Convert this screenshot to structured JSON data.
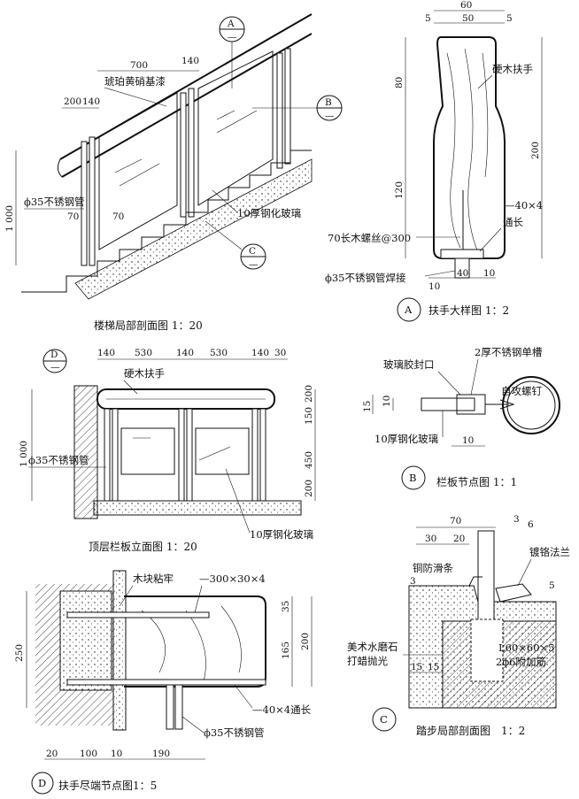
{
  "detail_a": {
    "caption": "扶手大样图 1：2",
    "marker": "A",
    "dims": {
      "top_total": "60",
      "top_mid": "50",
      "top_left": "5",
      "top_right": "5",
      "left_upper": "80",
      "left_lower": "120",
      "right_total": "200",
      "bottom_mid": "40",
      "bottom_left": "10",
      "bottom_right": "10"
    },
    "labels": {
      "hardwood": "硬木扶手",
      "flat_bar": "—40×4",
      "full_length": "通长",
      "screw": "70长木螺丝@300",
      "pipe_weld": "ϕ35不锈钢管焊接"
    }
  },
  "stair_section": {
    "caption": "楼梯局部剖面图 1：20",
    "marker_a_top": "A",
    "marker_a_bottom": "—",
    "marker_b_top": "B",
    "marker_b_bottom": "—",
    "marker_c_top": "C",
    "marker_c_bottom": "—",
    "dims": {
      "d700": "700",
      "d140a": "140",
      "d200": "200",
      "d140b": "140",
      "d1000": "1 000",
      "d70a": "70",
      "d70b": "70"
    },
    "labels": {
      "varnish": "琥珀黄硝基漆",
      "pipe": "ϕ35不锈钢管",
      "glass": "10厚钢化玻璃"
    }
  },
  "top_rail": {
    "caption": "顶层栏板立面图 1：20",
    "marker_top": "D",
    "marker_bottom": "—",
    "dims": {
      "t1": "140",
      "t2": "530",
      "t3": "140",
      "t4": "530",
      "t5": "140",
      "t6": "30",
      "v1000": "1 000",
      "v150": "150",
      "v200a": "200",
      "v450": "450",
      "v200b": "200"
    },
    "labels": {
      "hardwood": "硬木扶手",
      "pipe": "ϕ35不锈钢管",
      "glass": "10厚钢化玻璃"
    }
  },
  "detail_b": {
    "caption": "栏板节点图 1：1",
    "marker": "B",
    "dims": {
      "d15": "15",
      "d10a": "10",
      "d10b": "10"
    },
    "labels": {
      "sealant": "玻璃胶封口",
      "channel": "2厚不锈钢单槽",
      "screw": "自攻螺钉",
      "glass": "10厚钢化玻璃"
    }
  },
  "detail_c": {
    "caption": "踏步局部剖面图　1：2",
    "marker": "C",
    "dims": {
      "d70": "70",
      "d30": "30",
      "d20": "20",
      "d3a": "3",
      "d6": "6",
      "d3b": "3",
      "d5": "5",
      "d15a": "15",
      "d15b": "15"
    },
    "labels": {
      "copper_strip": "铜防滑条",
      "flange": "镀铬法兰",
      "terrazzo1": "美术水磨石",
      "terrazzo2": "打蜡抛光",
      "angle": "L60×60×5",
      "rebar": "2ϕ6附加筋"
    }
  },
  "detail_d": {
    "caption": "扶手尽端节点图1：5",
    "marker": "D",
    "dims": {
      "d250": "250",
      "d35": "35",
      "d165": "165",
      "d200": "200",
      "b20": "20",
      "b100": "100",
      "b10": "10",
      "b190": "190"
    },
    "labels": {
      "wood_block": "木块粘牢",
      "plate": "—300×30×4",
      "flat": "—40×4通长",
      "pipe": "ϕ35不锈钢管"
    }
  }
}
